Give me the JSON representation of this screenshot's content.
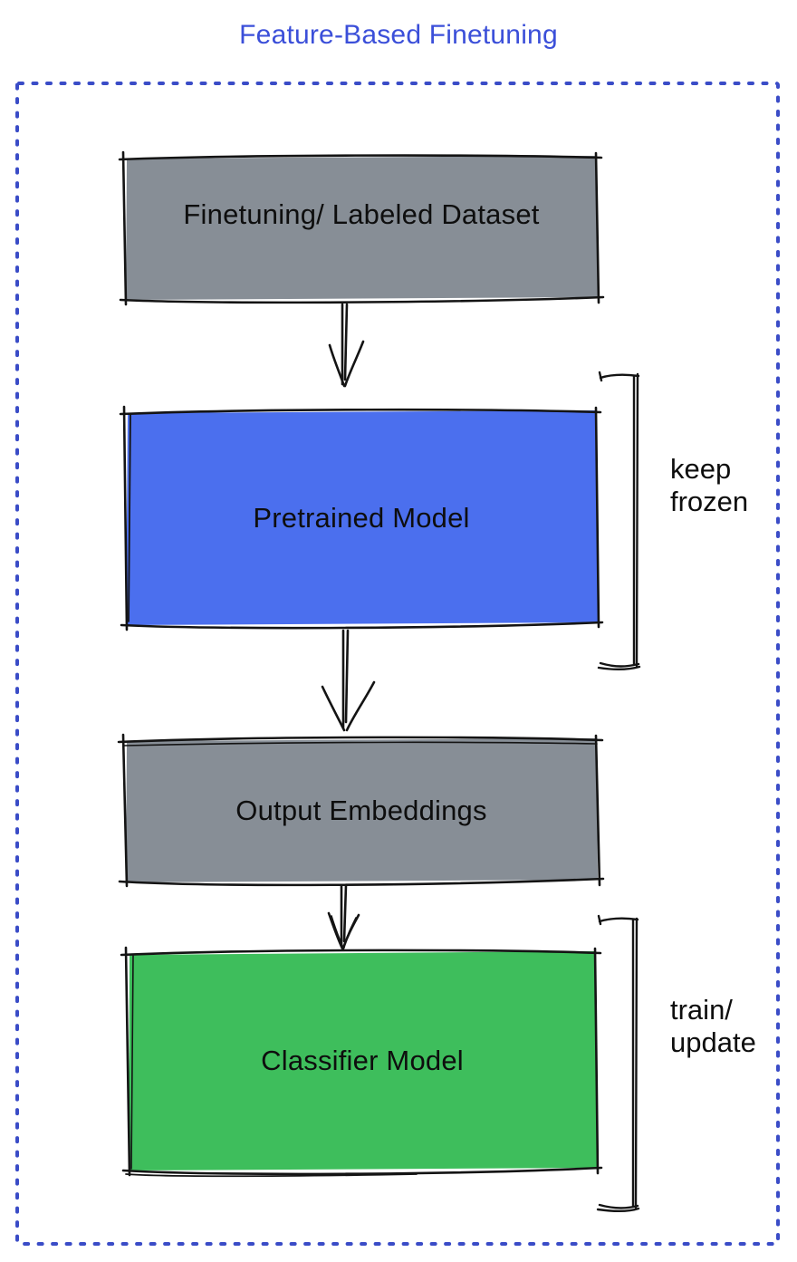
{
  "title": {
    "text": "Feature-Based Finetuning",
    "color": "#3B4FD9"
  },
  "frame": {
    "style": "dotted",
    "color": "#3A4CC7"
  },
  "colors": {
    "gray_node": "#878E96",
    "blue_node": "#4B6FEE",
    "green_node": "#3EBE5C",
    "stroke": "#141414"
  },
  "flow": {
    "nodes": [
      {
        "id": "finetuning-dataset",
        "label": "Finetuning/ Labeled Dataset",
        "fill": "#878E96"
      },
      {
        "id": "pretrained-model",
        "label": "Pretrained Model",
        "fill": "#4B6FEE"
      },
      {
        "id": "output-embeddings",
        "label": "Output Embeddings",
        "fill": "#878E96"
      },
      {
        "id": "classifier-model",
        "label": "Classifier Model",
        "fill": "#3EBE5C"
      }
    ],
    "connectors": [
      {
        "from": "finetuning-dataset",
        "to": "pretrained-model",
        "type": "arrow-down"
      },
      {
        "from": "pretrained-model",
        "to": "output-embeddings",
        "type": "arrow-down"
      },
      {
        "from": "output-embeddings",
        "to": "classifier-model",
        "type": "arrow-down"
      }
    ],
    "annotations": [
      {
        "target": "pretrained-model",
        "bracket": "right",
        "line1": "keep",
        "line2": "frozen"
      },
      {
        "target": "classifier-model",
        "bracket": "right",
        "line1": "train/",
        "line2": "update"
      }
    ]
  }
}
